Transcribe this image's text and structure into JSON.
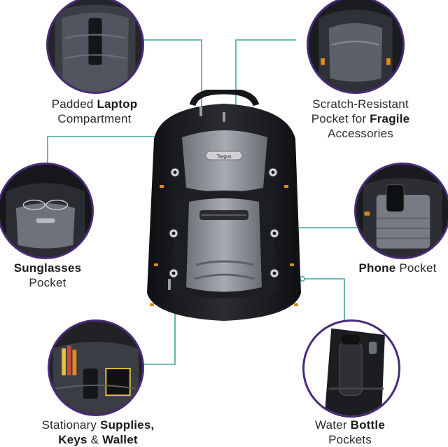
{
  "callouts": {
    "laptop": {
      "pre": "Padded ",
      "bold": "Laptop",
      "line2": "Compartment"
    },
    "fragile": {
      "pre": "Scratch-Resistant",
      "line2_pre": "Pocket for ",
      "bold": "Fragile",
      "line3": "Accessories"
    },
    "sunglasses": {
      "bold": "Sunglasses",
      "line2": "Pocket"
    },
    "phone": {
      "bold": "Phone",
      "post": " Pocket"
    },
    "supplies": {
      "pre": "Stationary ",
      "bold": "Supplies,",
      "line2_bold": "Keys",
      "line2_mid": " & ",
      "line2_bold2": "Wallet"
    },
    "bottle": {
      "pre": "Water ",
      "bold": "Bottle",
      "line2": "Pockets"
    }
  },
  "brand": {
    "logo_text": "Targus"
  },
  "colors": {
    "ring": "#4a2a78",
    "leader": "#3aa99b",
    "grey": "#8d9096",
    "black": "#1b1c1f",
    "orange": "#e08a1e"
  }
}
